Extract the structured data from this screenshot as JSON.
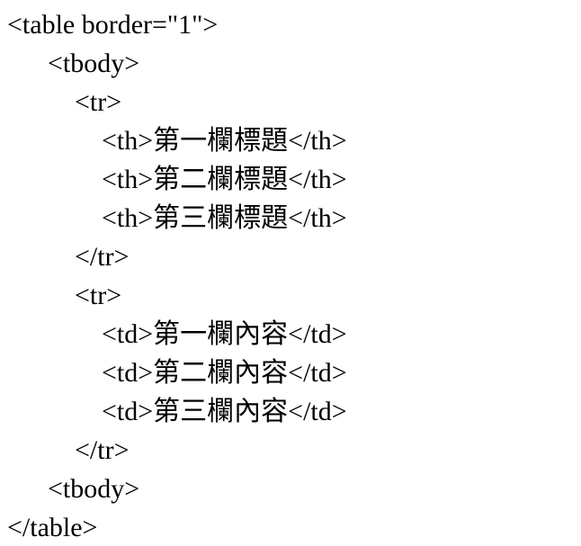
{
  "code": {
    "language": "html-source",
    "lines": [
      "<table border=\"1\">",
      "      <tbody>",
      "          <tr>",
      "              <th>第一欄標題</th>",
      "              <th>第二欄標題</th>",
      "              <th>第三欄標題</th>",
      "          </tr>",
      "          <tr>",
      "              <td>第一欄內容</td>",
      "              <td>第二欄內容</td>",
      "              <td>第三欄內容</td>",
      "          </tr>",
      "      <tbody>",
      "</table>"
    ]
  }
}
